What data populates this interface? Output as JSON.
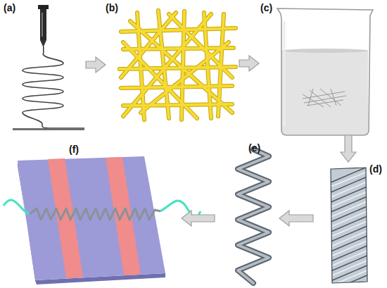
{
  "diagram": {
    "nodes": [
      {
        "text": [
          "(a)"
        ]
      },
      {
        "text": [
          "(b)"
        ]
      },
      {
        "text": [
          "(c)"
        ]
      },
      {
        "text": [
          "(d)"
        ]
      },
      {
        "text": [
          "(e)"
        ]
      },
      {
        "text": [
          "(f)"
        ]
      }
    ],
    "edges": [
      {
        "from": 0,
        "to": 1,
        "arrow": "to"
      },
      {
        "from": 1,
        "to": 2,
        "arrow": "to"
      },
      {
        "from": 2,
        "to": 3,
        "arrow": "to"
      },
      {
        "from": 3,
        "to": 4,
        "arrow": "to"
      },
      {
        "from": 4,
        "to": 5,
        "arrow": "to"
      }
    ]
  }
}
